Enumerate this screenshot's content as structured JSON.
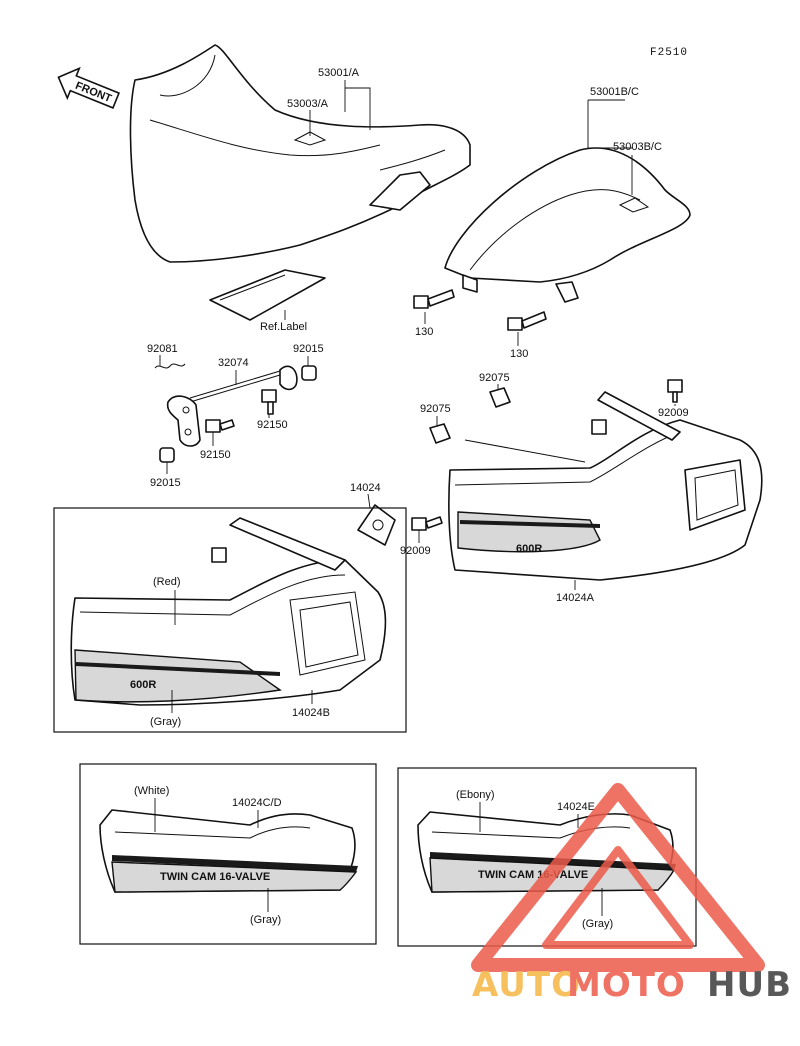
{
  "diagram": {
    "figure_code": "F2510",
    "front_arrow_text": "FRONT",
    "callouts": {
      "seat_front": "53001/A",
      "seat_front_cover": "53003/A",
      "seat_rear": "53001B/C",
      "seat_rear_cover": "53003B/C",
      "ref_label": "Ref.Label",
      "bolt_left": "130",
      "bolt_right": "130",
      "spring": "92081",
      "hook": "32074",
      "nut_top": "92015",
      "bolt_a": "92150",
      "bolt_b": "92150",
      "nut_bottom": "92015",
      "nut_clip_top": "92075",
      "nut_clip_left": "92075",
      "screw_right": "92009",
      "cap": "14024",
      "screw_left": "92009",
      "cover_main": "14024A",
      "cover_b": "14024B",
      "color_b_top": "(Red)",
      "color_b_bottom": "(Gray)",
      "cover_cd": "14024C/D",
      "color_cd_top": "(White)",
      "color_cd_bottom": "(Gray)",
      "cover_e": "14024E",
      "color_e_top": "(Ebony)",
      "color_e_bottom": "(Gray)"
    },
    "decals": {
      "model_main": "600R",
      "model_b": "600R",
      "twin_cam_cd": "TWIN CAM 16-VALVE",
      "twin_cam_e": "TWIN CAM 16-VALVE"
    }
  },
  "watermark": {
    "text_part1": "AUTO",
    "text_part2": "MOTO",
    "text_part3": "HUB",
    "colors": {
      "orange": "#f5b642",
      "red": "#ec5b4a",
      "dark": "#3c3c3c"
    }
  }
}
